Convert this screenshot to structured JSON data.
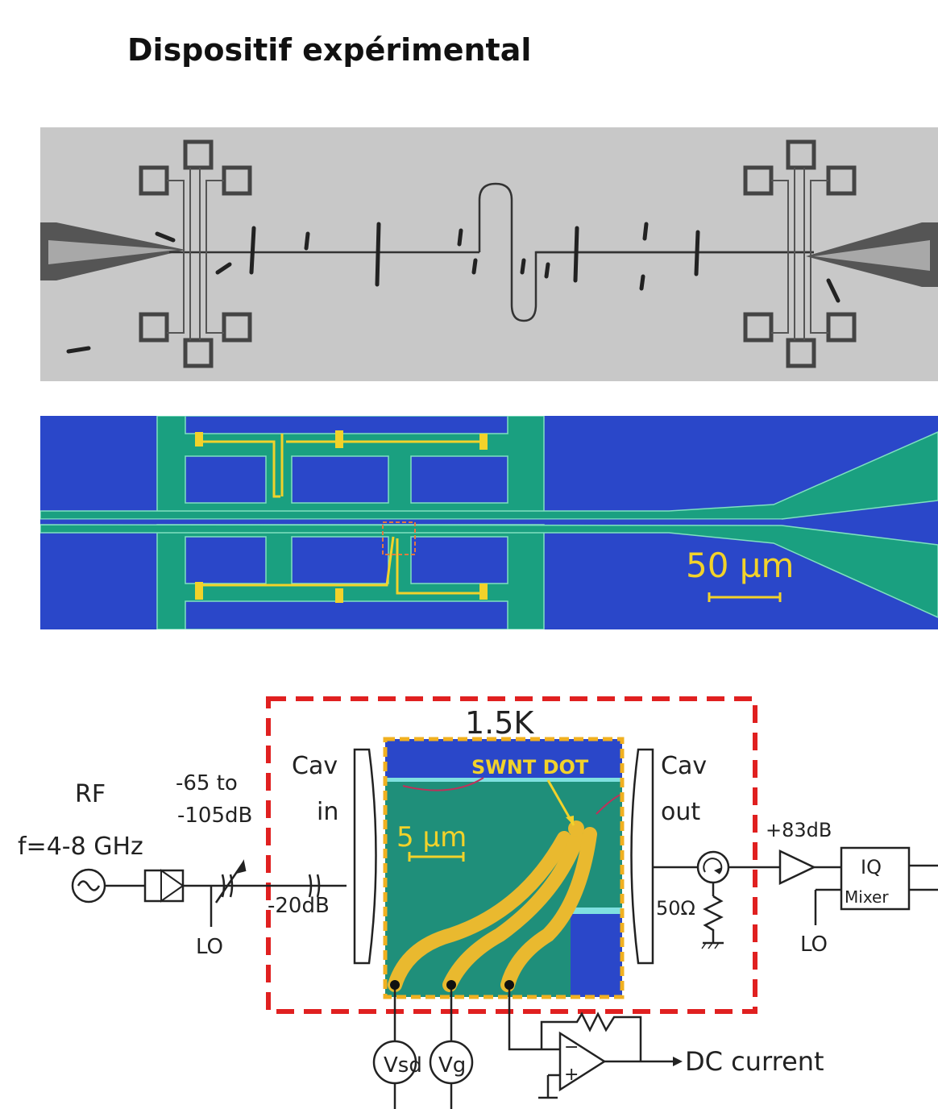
{
  "title": "Dispositif expérimental",
  "micrograph_color": {
    "scale_label": "50 µm"
  },
  "circuit": {
    "temperature": "1.5K",
    "rf_label": "RF",
    "frequency": "f=4-8 GHz",
    "atten_variable_top": "-65 to",
    "atten_variable_bottom": "-105dB",
    "atten_fixed": "-20dB",
    "lo_left": "LO",
    "cav_in_top": "Cav",
    "cav_in_bottom": "in",
    "cav_out_top": "Cav",
    "cav_out_bottom": "out",
    "swnt_label": "SWNT DOT",
    "inset_scale": "5 µm",
    "resistor": "50Ω",
    "amp_gain": "+83dB",
    "mixer_top": "IQ",
    "mixer_bottom": "Mixer",
    "lo_right": "LO",
    "v_sd": "Vsd",
    "v_g": "Vg",
    "dc_current": "DC current"
  },
  "colors": {
    "dashed_box": "#e02020",
    "inset_border": "#f0b020",
    "chip_green": "#1aa080",
    "chip_blue": "#2a47c9",
    "gold": "#e9b92f"
  }
}
